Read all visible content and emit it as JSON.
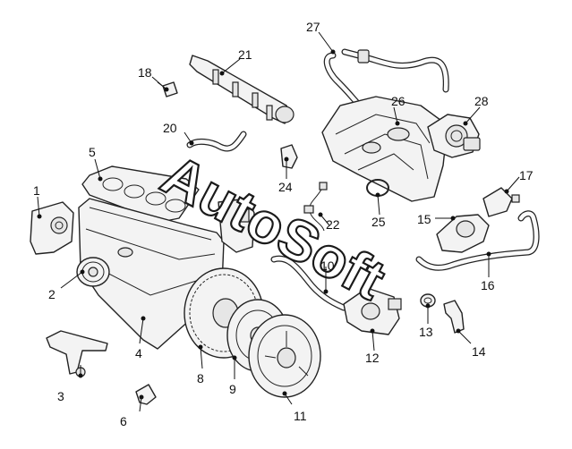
{
  "watermark": "AutoSoft",
  "callouts": [
    {
      "id": "1",
      "label": "1"
    },
    {
      "id": "2",
      "label": "2"
    },
    {
      "id": "3",
      "label": "3"
    },
    {
      "id": "4",
      "label": "4"
    },
    {
      "id": "5",
      "label": "5"
    },
    {
      "id": "6",
      "label": "6"
    },
    {
      "id": "8",
      "label": "8"
    },
    {
      "id": "9",
      "label": "9"
    },
    {
      "id": "10",
      "label": "10"
    },
    {
      "id": "11",
      "label": "11"
    },
    {
      "id": "12",
      "label": "12"
    },
    {
      "id": "13",
      "label": "13"
    },
    {
      "id": "14",
      "label": "14"
    },
    {
      "id": "15",
      "label": "15"
    },
    {
      "id": "16",
      "label": "16"
    },
    {
      "id": "17",
      "label": "17"
    },
    {
      "id": "18",
      "label": "18"
    },
    {
      "id": "20",
      "label": "20"
    },
    {
      "id": "21",
      "label": "21"
    },
    {
      "id": "22",
      "label": "22"
    },
    {
      "id": "24",
      "label": "24"
    },
    {
      "id": "25",
      "label": "25"
    },
    {
      "id": "26",
      "label": "26"
    },
    {
      "id": "27",
      "label": "27"
    },
    {
      "id": "28",
      "label": "28"
    }
  ]
}
